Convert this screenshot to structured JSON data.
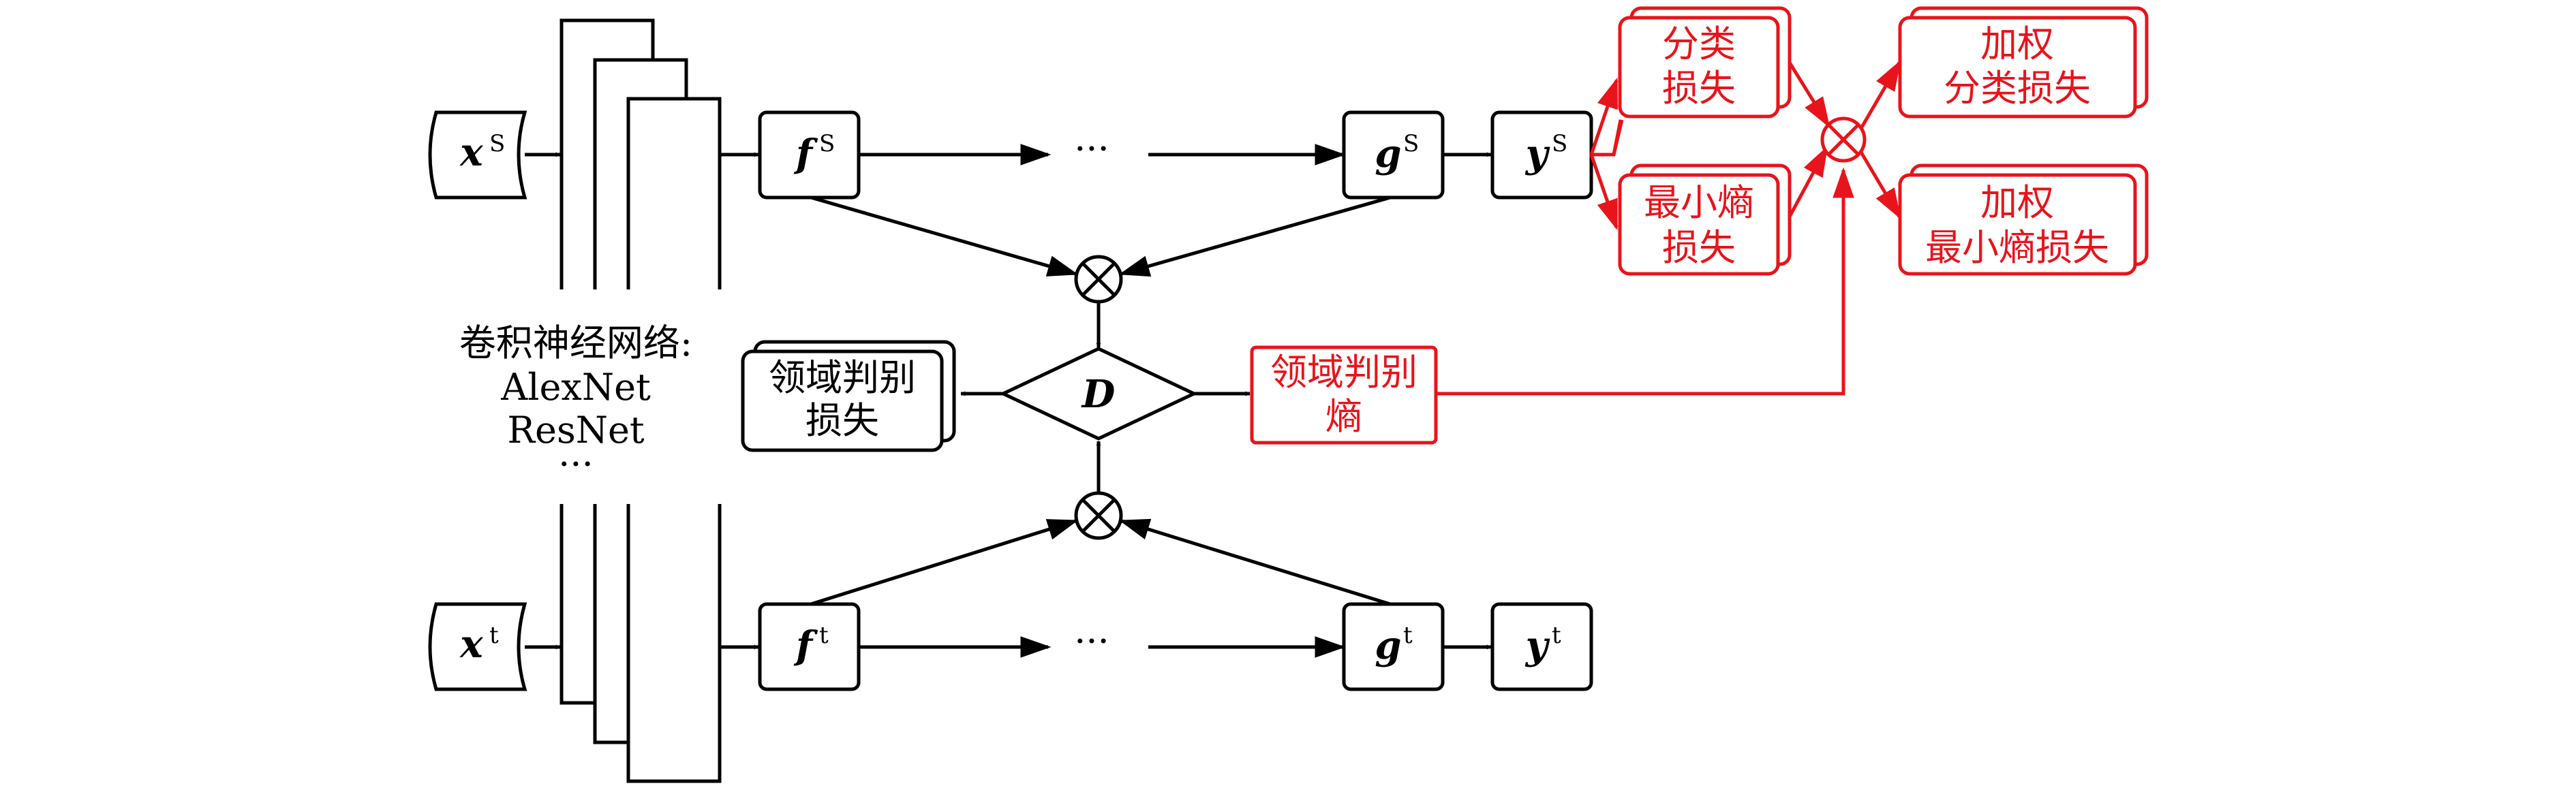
{
  "colors": {
    "black": "#000000",
    "red": "#e8141b"
  },
  "inputs": {
    "source": {
      "symbol": "x",
      "sup": "S"
    },
    "target": {
      "symbol": "x",
      "sup": "t"
    }
  },
  "cnn": {
    "line1": "卷积神经网络:",
    "line2": "AlexNet",
    "line3": "ResNet",
    "line4": "···"
  },
  "nodes": {
    "f_s": {
      "symbol": "f",
      "sup": "S"
    },
    "g_s": {
      "symbol": "g",
      "sup": "S"
    },
    "y_s": {
      "symbol": "y",
      "sup": "S"
    },
    "f_t": {
      "symbol": "f",
      "sup": "t"
    },
    "g_t": {
      "symbol": "g",
      "sup": "t"
    },
    "y_t": {
      "symbol": "y",
      "sup": "t"
    },
    "dots_s": "···",
    "dots_t": "···",
    "discriminator": "D"
  },
  "losses": {
    "classification": [
      "分类",
      "损失"
    ],
    "min_entropy": [
      "最小熵",
      "损失"
    ],
    "weighted_classification": [
      "加权",
      "分类损失"
    ],
    "weighted_min_entropy": [
      "加权",
      "最小熵损失"
    ],
    "domain_disc_loss": [
      "领域判别",
      "损失"
    ],
    "domain_disc_entropy": [
      "领域判别",
      "熵"
    ]
  }
}
